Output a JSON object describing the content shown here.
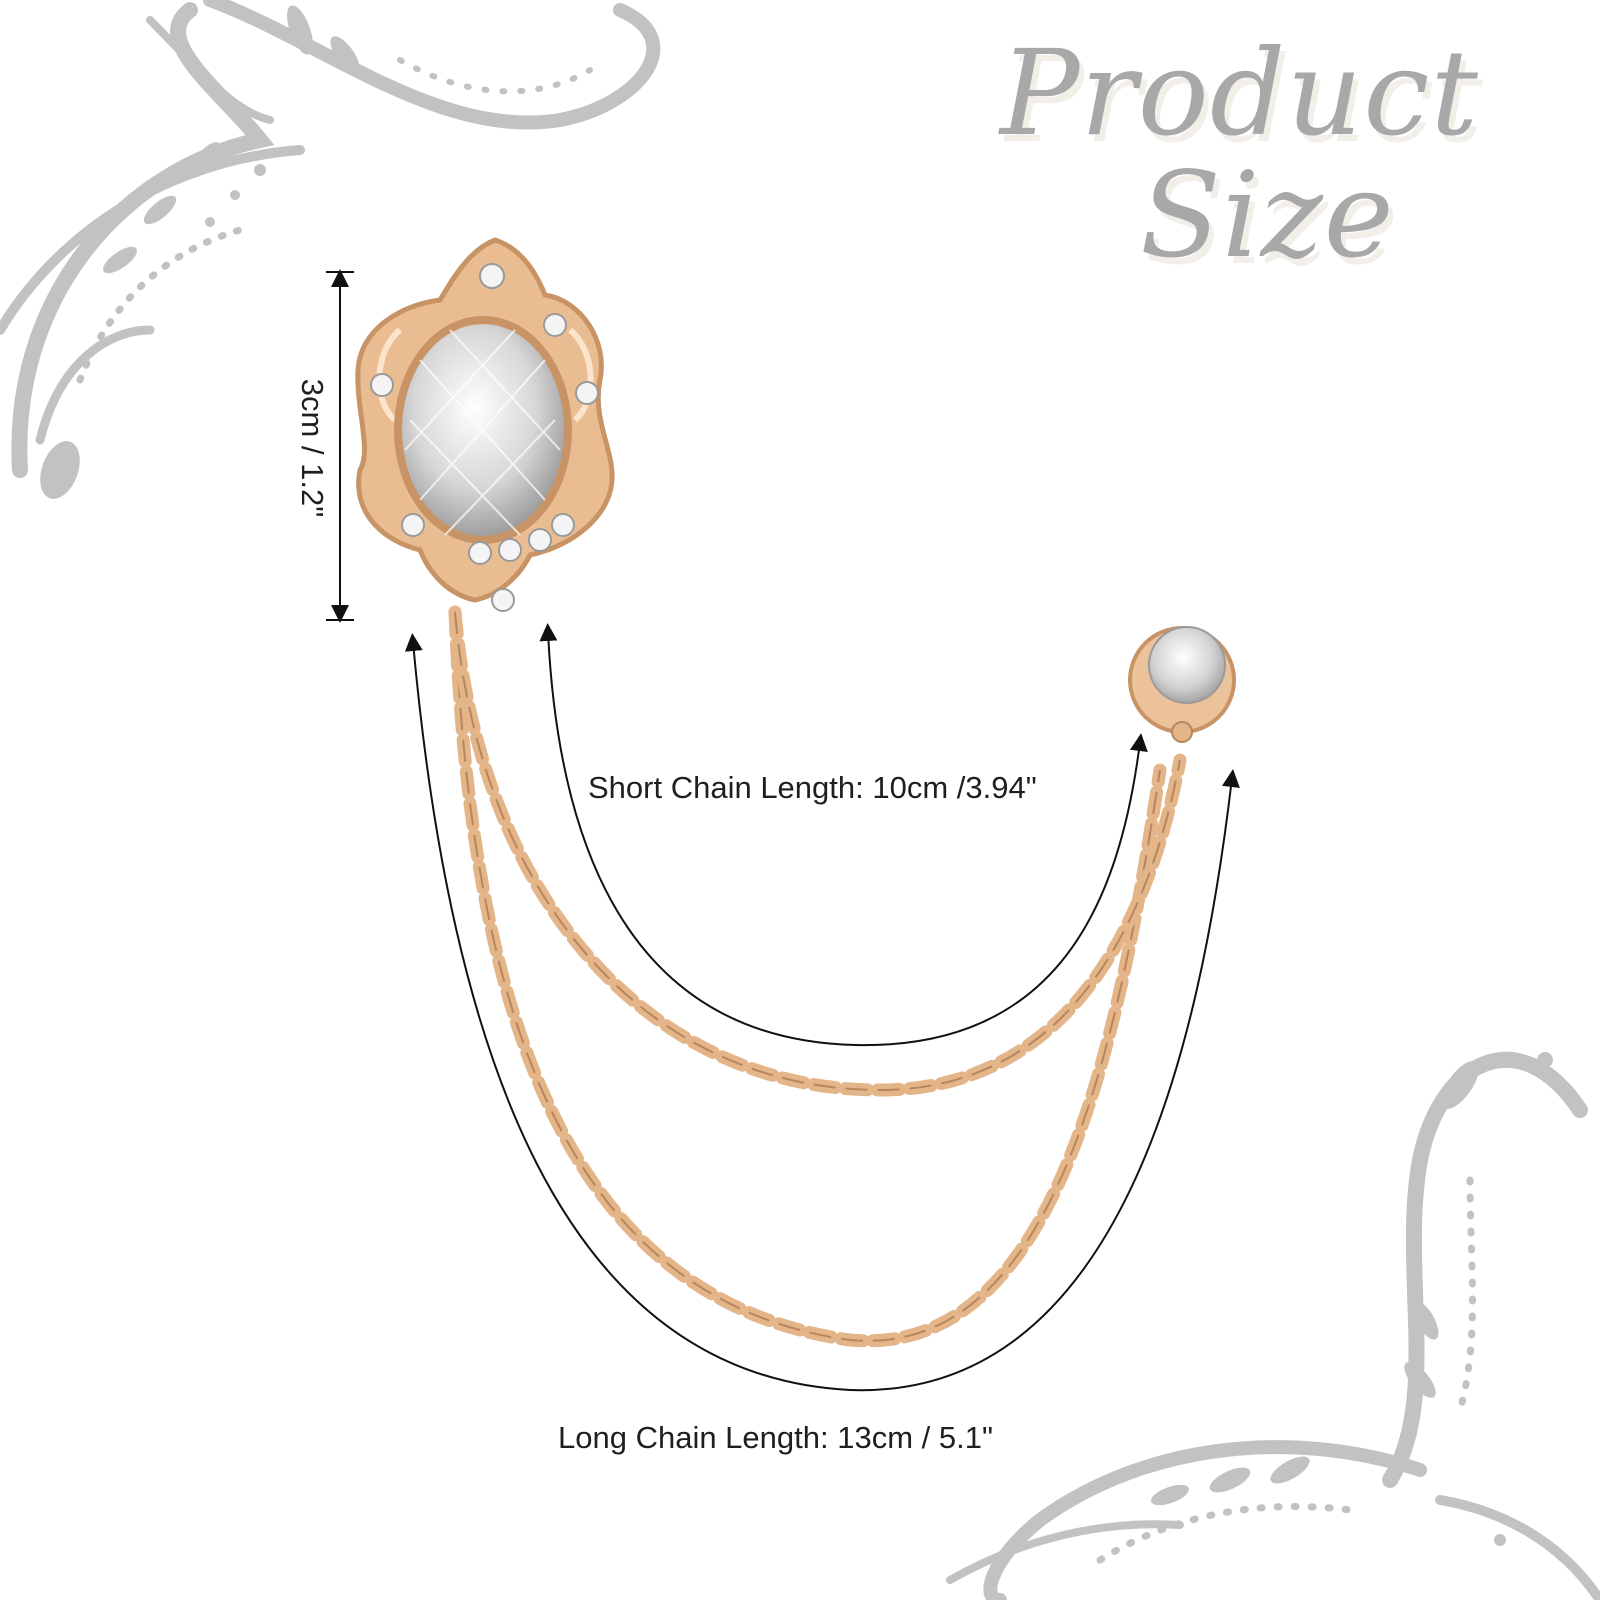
{
  "heading": {
    "line1": "Product",
    "line2": "Size"
  },
  "dimensions": {
    "height_label": "3cm / 1.2\"",
    "short_chain_label": "Short Chain Length: 10cm /3.94\"",
    "long_chain_label": "Long Chain Length: 13cm / 5.1\""
  },
  "colors": {
    "heading": "#a8a8a8",
    "ornament": "#c2c2c2",
    "gold": "#e3b589",
    "gold_dark": "#b8865c",
    "gem": "#d9d9d9",
    "annotation": "#1f1f1f"
  }
}
